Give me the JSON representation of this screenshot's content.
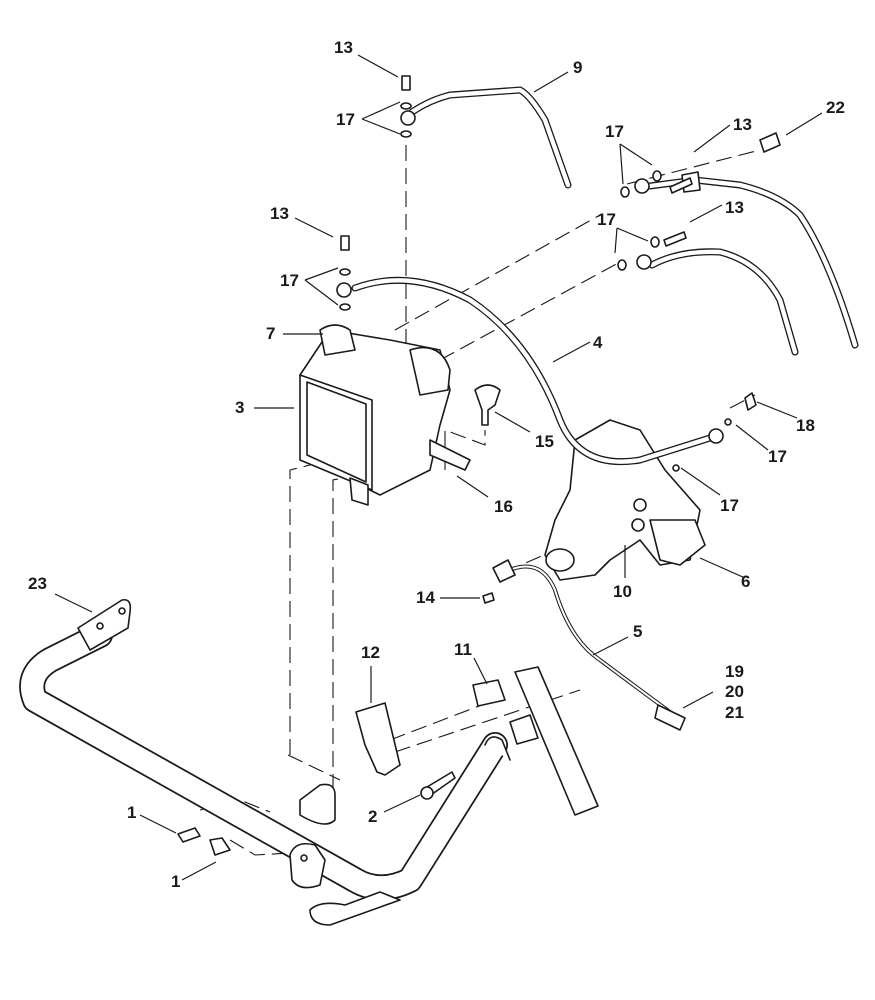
{
  "diagram": {
    "type": "exploded parts diagram",
    "subject": "ABS hydraulic unit, brake lines, wheel speed sensor and mounting bracket",
    "callouts": [
      {
        "id": "c13a",
        "text": "13"
      },
      {
        "id": "c9",
        "text": "9"
      },
      {
        "id": "c17a",
        "text": "17"
      },
      {
        "id": "c17b",
        "text": "17"
      },
      {
        "id": "c13b",
        "text": "13"
      },
      {
        "id": "c22",
        "text": "22"
      },
      {
        "id": "c13c",
        "text": "13"
      },
      {
        "id": "c17c",
        "text": "17"
      },
      {
        "id": "c13d",
        "text": "13"
      },
      {
        "id": "c17d",
        "text": "17"
      },
      {
        "id": "c7",
        "text": "7"
      },
      {
        "id": "c4",
        "text": "4"
      },
      {
        "id": "c3",
        "text": "3"
      },
      {
        "id": "c15",
        "text": "15"
      },
      {
        "id": "c18",
        "text": "18"
      },
      {
        "id": "c17e",
        "text": "17"
      },
      {
        "id": "c16",
        "text": "16"
      },
      {
        "id": "c17f",
        "text": "17"
      },
      {
        "id": "c6",
        "text": "6"
      },
      {
        "id": "c10",
        "text": "10"
      },
      {
        "id": "c14",
        "text": "14"
      },
      {
        "id": "c23",
        "text": "23"
      },
      {
        "id": "c5",
        "text": "5"
      },
      {
        "id": "c12",
        "text": "12"
      },
      {
        "id": "c11",
        "text": "11"
      },
      {
        "id": "c19",
        "text": "19"
      },
      {
        "id": "c20",
        "text": "20"
      },
      {
        "id": "c21",
        "text": "21"
      },
      {
        "id": "c1a",
        "text": "1"
      },
      {
        "id": "c2",
        "text": "2"
      },
      {
        "id": "c1b",
        "text": "1"
      }
    ]
  }
}
